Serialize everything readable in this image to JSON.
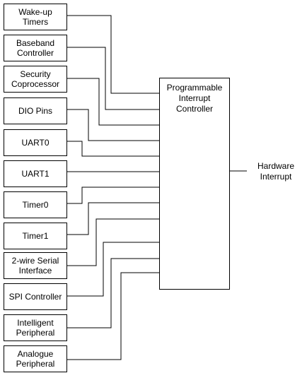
{
  "diagram": {
    "controller": {
      "label": "Programmable\nInterrupt\nController"
    },
    "output": {
      "label": "Hardware\nInterrupt"
    },
    "sources": [
      {
        "label": "Wake-up\nTimers"
      },
      {
        "label": "Baseband\nController"
      },
      {
        "label": "Security\nCoprocessor"
      },
      {
        "label": "DIO Pins"
      },
      {
        "label": "UART0"
      },
      {
        "label": "UART1"
      },
      {
        "label": "Timer0"
      },
      {
        "label": "Timer1"
      },
      {
        "label": "2-wire Serial\nInterface"
      },
      {
        "label": "SPI Controller"
      },
      {
        "label": "Intelligent\nPeripheral"
      },
      {
        "label": "Analogue\nPeripheral"
      }
    ],
    "line_color": "#000000",
    "box_fill": "#ffffff"
  }
}
